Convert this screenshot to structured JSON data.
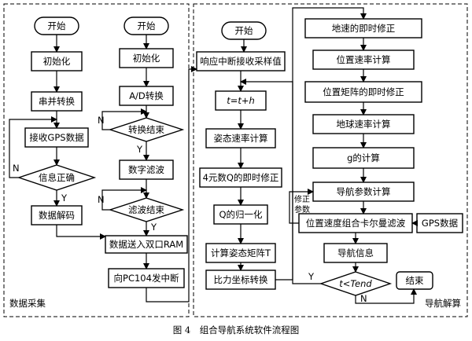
{
  "caption": "图 4　组合导航系统软件流程图",
  "regions": {
    "data_collection": "数据采集",
    "nav_solution": "导航解算"
  },
  "nodes": {
    "start1": "开始",
    "start2": "开始",
    "start3": "开始",
    "init1": "初始化",
    "init2": "初始化",
    "serial": "串并转换",
    "gps_recv": "接收GPS数据",
    "info_ok": "信息正确",
    "decode": "数据解码",
    "ad": "A/D转换",
    "conv_done": "转换结束",
    "filter": "数字滤波",
    "filter_done": "滤波结束",
    "dpram": "数据送入双口RAM",
    "interrupt": "向PC104发中断",
    "isr": "响应中断接收采样值",
    "time_update": "t=t+h",
    "att_rate": "姿态速率计算",
    "quat": "4元数Q的即时修正",
    "qnorm": "Q的归一化",
    "att_matrix": "计算姿态矩阵T",
    "force": "比力坐标转换",
    "vel_update": "地速的即时修正",
    "pos_rate": "位置速率计算",
    "pos_matrix": "位置矩阵的即时修正",
    "earth_rate": "地球速率计算",
    "g_calc": "g的计算",
    "nav_param": "导航参数计算",
    "kalman": "位置速度组合卡尔曼滤波",
    "gps_data": "GPS数据",
    "nav_info": "导航信息",
    "t_check": "t<Tend",
    "end": "结束",
    "correct": "修正\n参数"
  },
  "labels": {
    "yes": "Y",
    "no": "N"
  }
}
